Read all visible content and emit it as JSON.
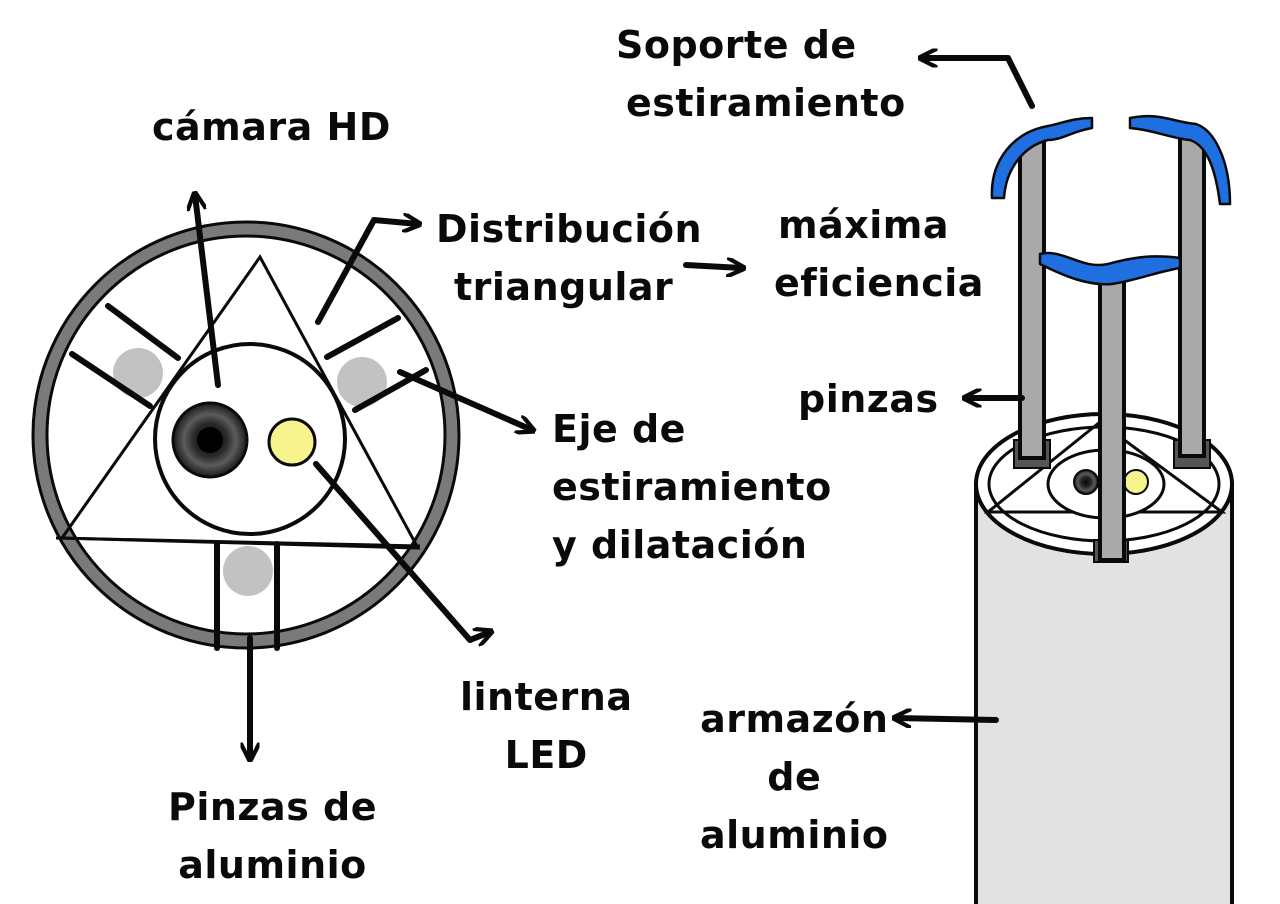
{
  "labels": {
    "camara": "cámara HD",
    "distribucion": [
      "Distribución",
      "triangular"
    ],
    "maxima": [
      "máxima",
      "eficiencia"
    ],
    "eje": [
      "Eje de",
      "estiramiento",
      "y dilatación"
    ],
    "linterna": [
      "linterna",
      "LED"
    ],
    "pinzas_aluminio": [
      "Pinzas de",
      "aluminio"
    ],
    "soporte": [
      "Soporte de",
      "estiramiento"
    ],
    "pinzas": "pinzas",
    "armazon": [
      "armazón",
      "de",
      "aluminio"
    ]
  },
  "colors": {
    "ink": "#0a0a0a",
    "ring": "#7a7a7a",
    "gripper": "#1f6fe0",
    "led": "#f7f48e",
    "pad": "#c2c2c2",
    "frame": "#e2e2e2",
    "rod": "#a9a9a9"
  }
}
